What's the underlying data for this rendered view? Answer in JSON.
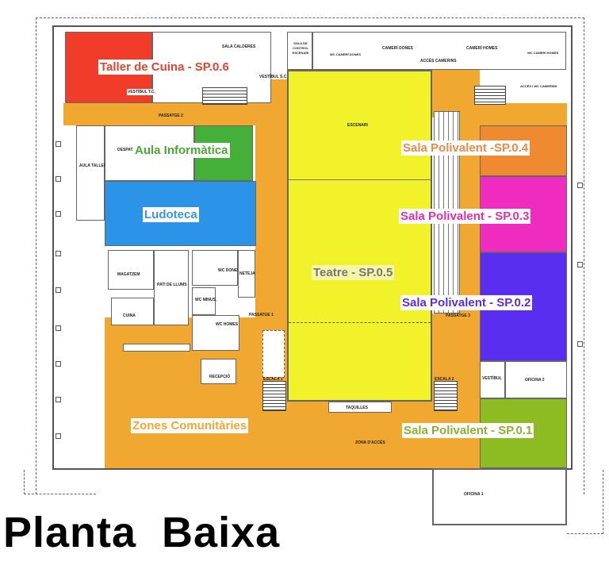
{
  "title": "Planta  Baixa",
  "colors": {
    "corridor": "#f0a830",
    "teatre": "#f2f22a",
    "taller": "#f03c28",
    "aula": "#45b039",
    "ludoteca": "#2b93e8",
    "sp04": "#f08a30",
    "sp03": "#f02cc0",
    "sp02": "#5a2ef0",
    "sp01": "#8cbb22"
  },
  "spaces": {
    "taller": "Taller de Cuina - SP.0.6",
    "aula": "Aula Informàtica",
    "ludoteca": "Ludoteca",
    "teatre": "Teatre - SP.0.5",
    "sp04": "Sala Polivalent -SP.0.4",
    "sp03": "Sala Polivalent - SP.0.3",
    "sp02": "Sala Polivalent - SP.0.2",
    "sp01": "Sala Polivalent - SP.0.1",
    "comunitaries": "Zones Comunitàries"
  },
  "rooms": {
    "sala_calderes": "SALA CALDERES",
    "vestibul_sc": "VESTÍBUL S.C.",
    "vestibul_tc": "VESTÍBUL T.C.",
    "sala_control": "SALA DE CONTROL ESCENARI",
    "wc_cameri_dones": "WC CAMERÍ DONES",
    "cameri_dones": "CAMERÍ DONES",
    "acces_camerins": "ACCÉS CAMERINS",
    "cameri_homes": "CAMERÍ HOMES",
    "wc_cameri_homes": "WC CAMERÍ HOMES",
    "acces_wc_camerins": "ACCÉS I WC CAMERINS",
    "passatge2": "PASSATGE 2",
    "escenari": "ESCENARI",
    "aula_taller": "AULA TALLER",
    "despatx": "DESPATX",
    "magatzem": "MAGATZEM",
    "pati_llums": "PATI DE LLUMS",
    "cuina": "CUINA",
    "wc_dones": "WC DONES",
    "neteja": "NETEJA",
    "wc_minus": "WC MINUS.",
    "wc_homes": "WC HOMES",
    "passatge1": "PASSATGE 1",
    "recepcio": "RECEPCIÓ",
    "escala1": "ESCALA 1",
    "escala2": "ESCALA 2",
    "passatge3": "PASSATGE 3",
    "taquilles": "TAQUILLES",
    "zona_acces": "ZONA D'ACCÉS",
    "vestibul": "VESTÍBUL",
    "oficina2": "OFICINA 2",
    "oficina1": "OFICINA 1"
  }
}
